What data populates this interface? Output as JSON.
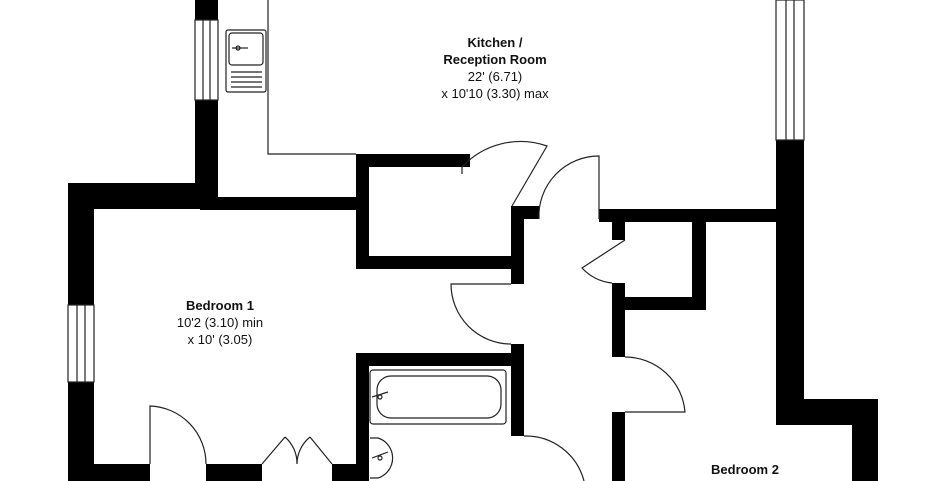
{
  "rooms": {
    "kitchen": {
      "name_line1": "Kitchen /",
      "name_line2": "Reception Room",
      "dim_line1": "22' (6.71)",
      "dim_line2": "x 10'10 (3.30) max"
    },
    "bedroom1": {
      "name": "Bedroom 1",
      "dim_line1": "10'2 (3.10) min",
      "dim_line2": "x 10' (3.05)"
    },
    "bedroom2": {
      "name": "Bedroom 2"
    }
  },
  "colors": {
    "wall": "#000000",
    "line": "#222222",
    "background": "#ffffff"
  }
}
